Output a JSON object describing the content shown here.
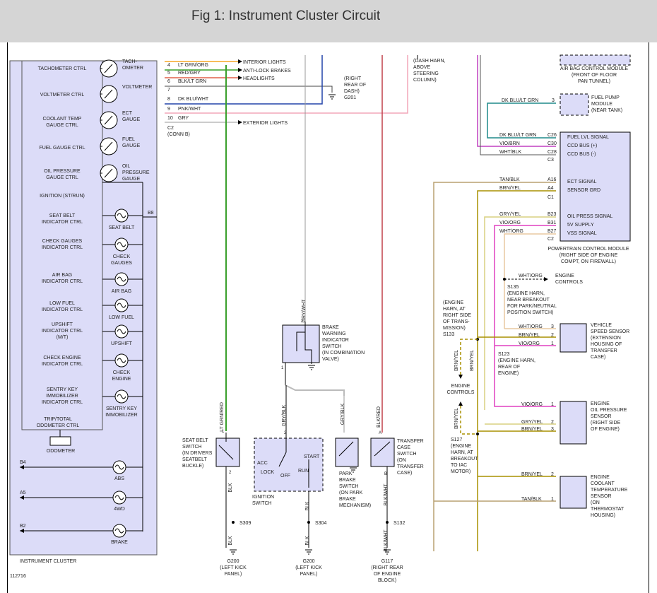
{
  "header": {
    "title": "Fig 1: Instrument Cluster Circuit"
  },
  "cluster": {
    "label": "INSTRUMENT CLUSTER",
    "odometer_block": [
      "TRIP/TOTAL",
      "ODOMETER CTRL"
    ],
    "odometer_label": "ODOMETER",
    "ctrl_labels": [
      [
        "TACHOMETER CTRL"
      ],
      [
        "VOLTMETER CTRL"
      ],
      [
        "COOLANT TEMP",
        "GAUGE CTRL"
      ],
      [
        "FUEL GAUGE CTRL"
      ],
      [
        "OIL PRESSURE",
        "GAUGE CTRL"
      ],
      [
        "IGNITION (ST/RUN)"
      ],
      [
        "SEAT BELT",
        "INDICATOR CTRL"
      ],
      [
        "CHECK GAUGES",
        "INDICATOR CTRL"
      ],
      [
        "AIR BAG",
        "INDICATOR CTRL"
      ],
      [
        "LOW FUEL",
        "INDICATOR CTRL"
      ],
      [
        "UPSHIFT",
        "INDICATOR CTRL",
        "(M/T)"
      ],
      [
        "CHECK ENGINE",
        "INDICATOR CTRL"
      ],
      [
        "SENTRY KEY",
        "IMMOBILIZER",
        "INDICATOR CTRL"
      ]
    ],
    "gauges": [
      [
        "TACH-",
        "OMETER"
      ],
      [
        "VOLTMETER"
      ],
      [
        "ECT",
        "GAUGE"
      ],
      [
        "FUEL",
        "GAUGE"
      ],
      [
        "OIL",
        "PRESSURE",
        "GAUGE"
      ]
    ],
    "lamps": [
      [
        "SEAT BELT"
      ],
      [
        "CHECK",
        "GAUGES"
      ],
      [
        "AIR BAG"
      ],
      [
        "LOW FUEL"
      ],
      [
        "UPSHIFT"
      ],
      [
        "CHECK",
        "ENGINE"
      ],
      [
        "SENTRY KEY",
        "IMMOBILIZER"
      ]
    ],
    "lower_lamps": [
      "ABS",
      "4WD",
      "BRAKE"
    ],
    "lower_pins": [
      "B4",
      "A5",
      "B2"
    ],
    "pin_b8": "B8"
  },
  "connector_b": {
    "rows": [
      {
        "pin": "4",
        "wire": "LT GRN/ORG"
      },
      {
        "pin": "5",
        "wire": "RED/GRY"
      },
      {
        "pin": "6",
        "wire": "BLK/LT GRN"
      },
      {
        "pin": "7",
        "wire": ""
      },
      {
        "pin": "8",
        "wire": "DK BLU/WHT"
      },
      {
        "pin": "9",
        "wire": "PNK/WHT"
      },
      {
        "pin": "10",
        "wire": "GRY"
      }
    ],
    "conn_name": "C2",
    "conn_sub": "(CONN B)",
    "outputs": [
      "INTERIOR LIGHTS",
      "ANTI-LOCK BRAKES",
      "HEADLIGHTS",
      "EXTERIOR LIGHTS"
    ],
    "g201": [
      "(RIGHT",
      "REAR OF",
      "DASH)",
      "G201"
    ],
    "dash_harn": [
      "(DASH HARN,",
      "ABOVE",
      "STEERING",
      "COLUMN)"
    ]
  },
  "right": {
    "airbag": [
      "AIR BAG CONTROL MODULE",
      "(FRONT OF FLOOR",
      "PAN TUNNEL)"
    ],
    "fuel_pump": {
      "wire": "DK BLU/LT GRN",
      "pin": "3",
      "label": [
        "FUEL PUMP",
        "MODULE",
        "(NEAR TANK)"
      ]
    },
    "pcm_rows": [
      {
        "wire": "DK BLU/LT GRN",
        "pin": "C26",
        "sig": "FUEL LVL SIGNAL"
      },
      {
        "wire": "VIO/BRN",
        "pin": "C30",
        "sig": "CCD BUS (+)"
      },
      {
        "wire": "WHT/BLK",
        "pin": "C28",
        "sig": "CCD BUS (-)"
      },
      {
        "wire": "",
        "pin": "C3",
        "sig": ""
      },
      {
        "wire": "TAN/BLK",
        "pin": "A16",
        "sig": "ECT SIGNAL"
      },
      {
        "wire": "BRN/YEL",
        "pin": "A4",
        "sig": "SENSOR GRD"
      },
      {
        "wire": "",
        "pin": "C1",
        "sig": ""
      },
      {
        "wire": "GRY/YEL",
        "pin": "B23",
        "sig": "OIL PRESS SIGNAL"
      },
      {
        "wire": "VIO/ORG",
        "pin": "B31",
        "sig": "5V SUPPLY"
      },
      {
        "wire": "WHT/ORG",
        "pin": "B27",
        "sig": "VSS SIGNAL"
      },
      {
        "wire": "",
        "pin": "C2",
        "sig": ""
      }
    ],
    "pcm_label": [
      "POWERTRAIN CONTROL MODULE",
      "(RIGHT SIDE OF ENGINE",
      "COMPT, ON FIREWALL)"
    ],
    "s135": {
      "wire": "WHT/ORG",
      "out": [
        "ENGINE",
        "CONTROLS"
      ],
      "label": [
        "S135",
        "(ENGINE HARN,",
        "NEAR BREAKOUT",
        "FOR PARK/NEUTRAL",
        "POSITION SWITCH)"
      ]
    },
    "vss": {
      "rows": [
        {
          "wire": "WHT/ORG",
          "pin": "3"
        },
        {
          "wire": "BRN/YEL",
          "pin": "2"
        },
        {
          "wire": "VIO/ORG",
          "pin": "1"
        }
      ],
      "label": [
        "VEHICLE",
        "SPEED SENSOR",
        "(EXTENSION",
        "HOUSING OF",
        "TRANSFER",
        "CASE)"
      ]
    },
    "s133": [
      "(ENGINE",
      "HARN, AT",
      "RIGHT SIDE",
      "OF TRANS-",
      "MISSION)",
      "S133"
    ],
    "s123": [
      "S123",
      "(ENGINE HARN,",
      "REAR OF",
      "ENGINE)"
    ],
    "engine_controls": [
      "ENGINE",
      "CONTROLS"
    ],
    "brnyel": "BRN/YEL",
    "oil_sensor": {
      "rows": [
        {
          "wire": "VIO/ORG",
          "pin": "1"
        },
        {
          "wire": "GRY/YEL",
          "pin": "2"
        },
        {
          "wire": "BRN/YEL",
          "pin": "3"
        }
      ],
      "label": [
        "ENGINE",
        "OIL PRESSURE",
        "SENSOR",
        "(RIGHT SIDE",
        "OF ENGINE)"
      ]
    },
    "s127": [
      "S127",
      "(ENGINE",
      "HARN, AT",
      "BREAKOUT",
      "TO IAC",
      "MOTOR)"
    ],
    "ect_sensor": {
      "rows": [
        {
          "wire": "BRN/YEL",
          "pin": "2"
        },
        {
          "wire": "TAN/BLK",
          "pin": "1"
        }
      ],
      "label": [
        "ENGINE",
        "COOLANT",
        "TEMPERATURE",
        "SENSOR",
        "(ON",
        "THERMOSTAT",
        "HOUSING)"
      ]
    }
  },
  "middle": {
    "grywht": "GRY/WHT",
    "brake_switch": [
      "BRAKE",
      "WARNING",
      "INDICATOR",
      "SWITCH",
      "(IN COMBINATION",
      "VALVE)"
    ],
    "seatbelt_switch": [
      "SEAT BELT",
      "SWITCH",
      "(IN DRIVERS",
      "SEATBELT",
      "BUCKLE)"
    ],
    "ignition_switch": [
      "IGNITION",
      "SWITCH"
    ],
    "ign_positions": [
      "ACC",
      "LOCK",
      "OFF",
      "RUN",
      "START"
    ],
    "park_brake": [
      "PARK",
      "BRAKE",
      "SWITCH",
      "(ON PARK",
      "BRAKE",
      "MECHANISM)"
    ],
    "transfer_switch": [
      "TRANSFER",
      "CASE",
      "SWITCH",
      "(ON",
      "TRANSFER",
      "CASE)"
    ],
    "wires": {
      "ltgrnred": "LT GRN/RED",
      "grybk1": "GRY/BLK",
      "grybk2": "GRY/BLK",
      "blkred": "BLK/RED",
      "blk1": "BLK",
      "blk2": "BLK",
      "blkwht": "BLK/WHT",
      "blk3": "BLK",
      "blk4": "BLK",
      "blkwht2": "BLK/WHT"
    },
    "splices": [
      "S309",
      "S304",
      "S132"
    ],
    "grounds": [
      [
        "G200",
        "(LEFT KICK",
        "PANEL)"
      ],
      [
        "G200",
        "(LEFT KICK",
        "PANEL)"
      ],
      [
        "G117",
        "(RIGHT REAR",
        "OF ENGINE",
        "BLOCK)"
      ]
    ]
  },
  "figure_id": "112716"
}
